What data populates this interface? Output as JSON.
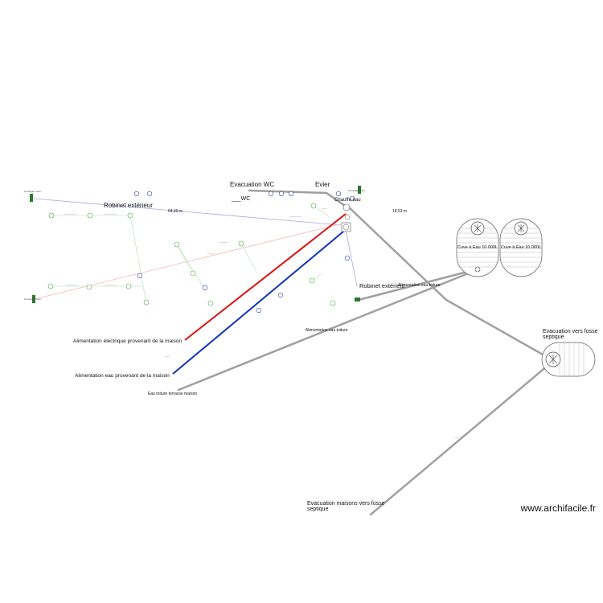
{
  "labels": {
    "evacuation_wc": "Evacuation WC",
    "wc": "___WC",
    "evier": "Evier",
    "chauffe_eau": "Chauffe eau",
    "robinet_exterieur_1": "Robinet extérieur",
    "robinet_exterieur_2": "Robinet extérieur",
    "dim_1": "64,49 m",
    "dim_2": "18,53 m",
    "cuve_1": "Cuve à Eau 10.000L",
    "cuve_2": "Cuve à Eau 10.000L",
    "alim_toiture_right": "Alimentation eau toiture",
    "alim_toiture_mid": "Alimentation eau toiture",
    "alim_elec": "Alimentation électrique provenant de la maison",
    "alim_eau": "Alimentation eau provenant de la maison",
    "eau_toiture_terrasse": "Eau toiture terrasse maison",
    "evac_fosse_line1": "Evacuation vers fosse",
    "evac_fosse_line2": "septique",
    "evac_maisons_line1": "Evacuation maisons vers fosse",
    "evac_maisons_line2": "septique",
    "robinet_small_1": "Arrosage 2 eau",
    "robinet_small_2": "Arrosage 2 eau",
    "robinet_small_3": "Arrosage 3 eau"
  },
  "watermark": "www.archifacile.fr",
  "colors": {
    "electric": "#dd1111",
    "water": "#1133bb",
    "drain": "#a0a0a0",
    "pipe_light": "#9999dd",
    "pink": "#f0b0b0",
    "sprinkler": "#55aa55",
    "faucet": "#2a7a2a"
  }
}
